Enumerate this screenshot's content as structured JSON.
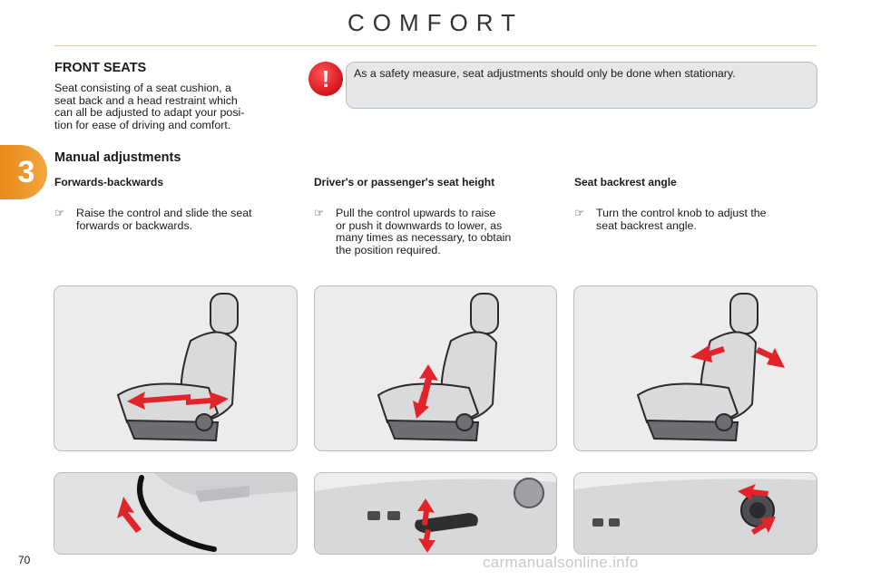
{
  "header": {
    "title": "COMFORT"
  },
  "chapter": {
    "number": "3"
  },
  "page_number": "70",
  "watermark": "carmanualsonline.info",
  "front_seats": {
    "title": "FRONT SEATS",
    "paragraph_lines": [
      "Seat  consisting  of  a  seat  cushion,  a",
      "seat  back  and  a  head  restraint  which",
      "can  all  be  adjusted  to  adapt  your  posi-",
      "tion for ease of driving and comfort."
    ]
  },
  "warning": {
    "icon": "exclamation-icon",
    "text": "As a safety measure, seat adjustments should only be done when stationary.",
    "icon_color": "#d4121b"
  },
  "manual": {
    "title": "Manual adjustments",
    "columns": [
      {
        "heading": "Forwards-backwards",
        "bullet_icon": "pointing-hand-icon",
        "lines": [
          "Raise the control and slide the seat",
          "forwards or backwards."
        ]
      },
      {
        "heading": "Driver's or passenger's seat height",
        "bullet_icon": "pointing-hand-icon",
        "lines": [
          "Pull  the  control  upwards  to  raise",
          "or  push  it  downwards  to  lower,  as",
          "many times as necessary, to obtain",
          "the position required."
        ]
      },
      {
        "heading": "Seat backrest angle",
        "bullet_icon": "pointing-hand-icon",
        "lines": [
          "Turn  the  control  knob  to  adjust  the",
          "seat backrest angle."
        ]
      }
    ]
  },
  "colors": {
    "accent": "#f08c1e",
    "arrow": "#e0242a",
    "panel": "#ececed"
  },
  "bullet_glyph": "☞"
}
